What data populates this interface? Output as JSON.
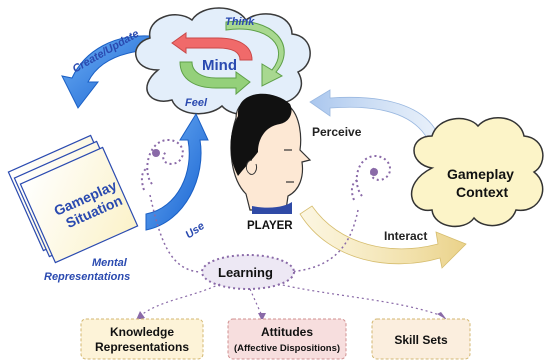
{
  "labels": {
    "create_update": "Create/Update",
    "think": "Think",
    "mind": "Mind",
    "feel": "Feel",
    "perceive": "Perceive",
    "gameplay_situation_line1": "Gameplay",
    "gameplay_situation_line2": "Situation",
    "use": "Use",
    "player": "PLAYER",
    "gameplay_context_line1": "Gameplay",
    "gameplay_context_line2": "Context",
    "interact": "Interact",
    "mental_representations_line1": "Mental",
    "mental_representations_line2": "Representations",
    "learning": "Learning"
  },
  "outcomes": [
    {
      "line1": "Knowledge",
      "line2": "Representations"
    },
    {
      "line1": "Attitudes",
      "line2": "(Affective Dispositions)"
    },
    {
      "line1": "Skill Sets",
      "line2": ""
    }
  ],
  "colors": {
    "blue_arrow": "#1f78e0",
    "blue_text": "#2a4ab0",
    "mind_cloud_fill": "#e3eefa",
    "context_cloud_fill": "#fcf4c8",
    "learning_fill": "#ede8f4",
    "dotted_purple": "#8a6aa8",
    "knowledge_fill": "#fdf3d8",
    "attitudes_fill": "#f7dede",
    "skills_fill": "#fbeede"
  },
  "icons": [
    "mind-cycle-arrows",
    "player-head",
    "situation-cards",
    "thought-swirl-icon"
  ]
}
